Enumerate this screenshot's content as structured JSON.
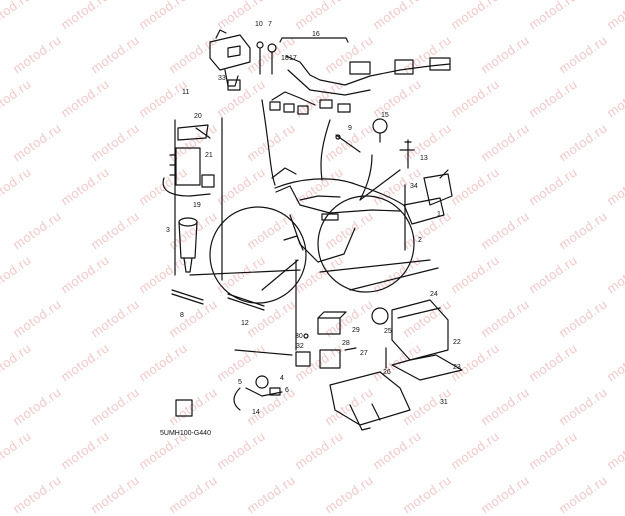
{
  "watermark": {
    "text": "motod.ru",
    "color": "#f3c9c9"
  },
  "diagram": {
    "figure_code": "5UMH100-G440",
    "callouts": [
      "1",
      "2",
      "3",
      "4",
      "5",
      "6",
      "7",
      "8",
      "9",
      "10",
      "11",
      "12",
      "13",
      "14",
      "15",
      "16",
      "17",
      "18",
      "19",
      "20",
      "21",
      "22",
      "23",
      "24",
      "25",
      "26",
      "27",
      "28",
      "29",
      "30",
      "31",
      "32",
      "33",
      "34"
    ]
  },
  "colors": {
    "ink": "#111111",
    "watermark": "#f3c9c9",
    "background": "#ffffff"
  }
}
